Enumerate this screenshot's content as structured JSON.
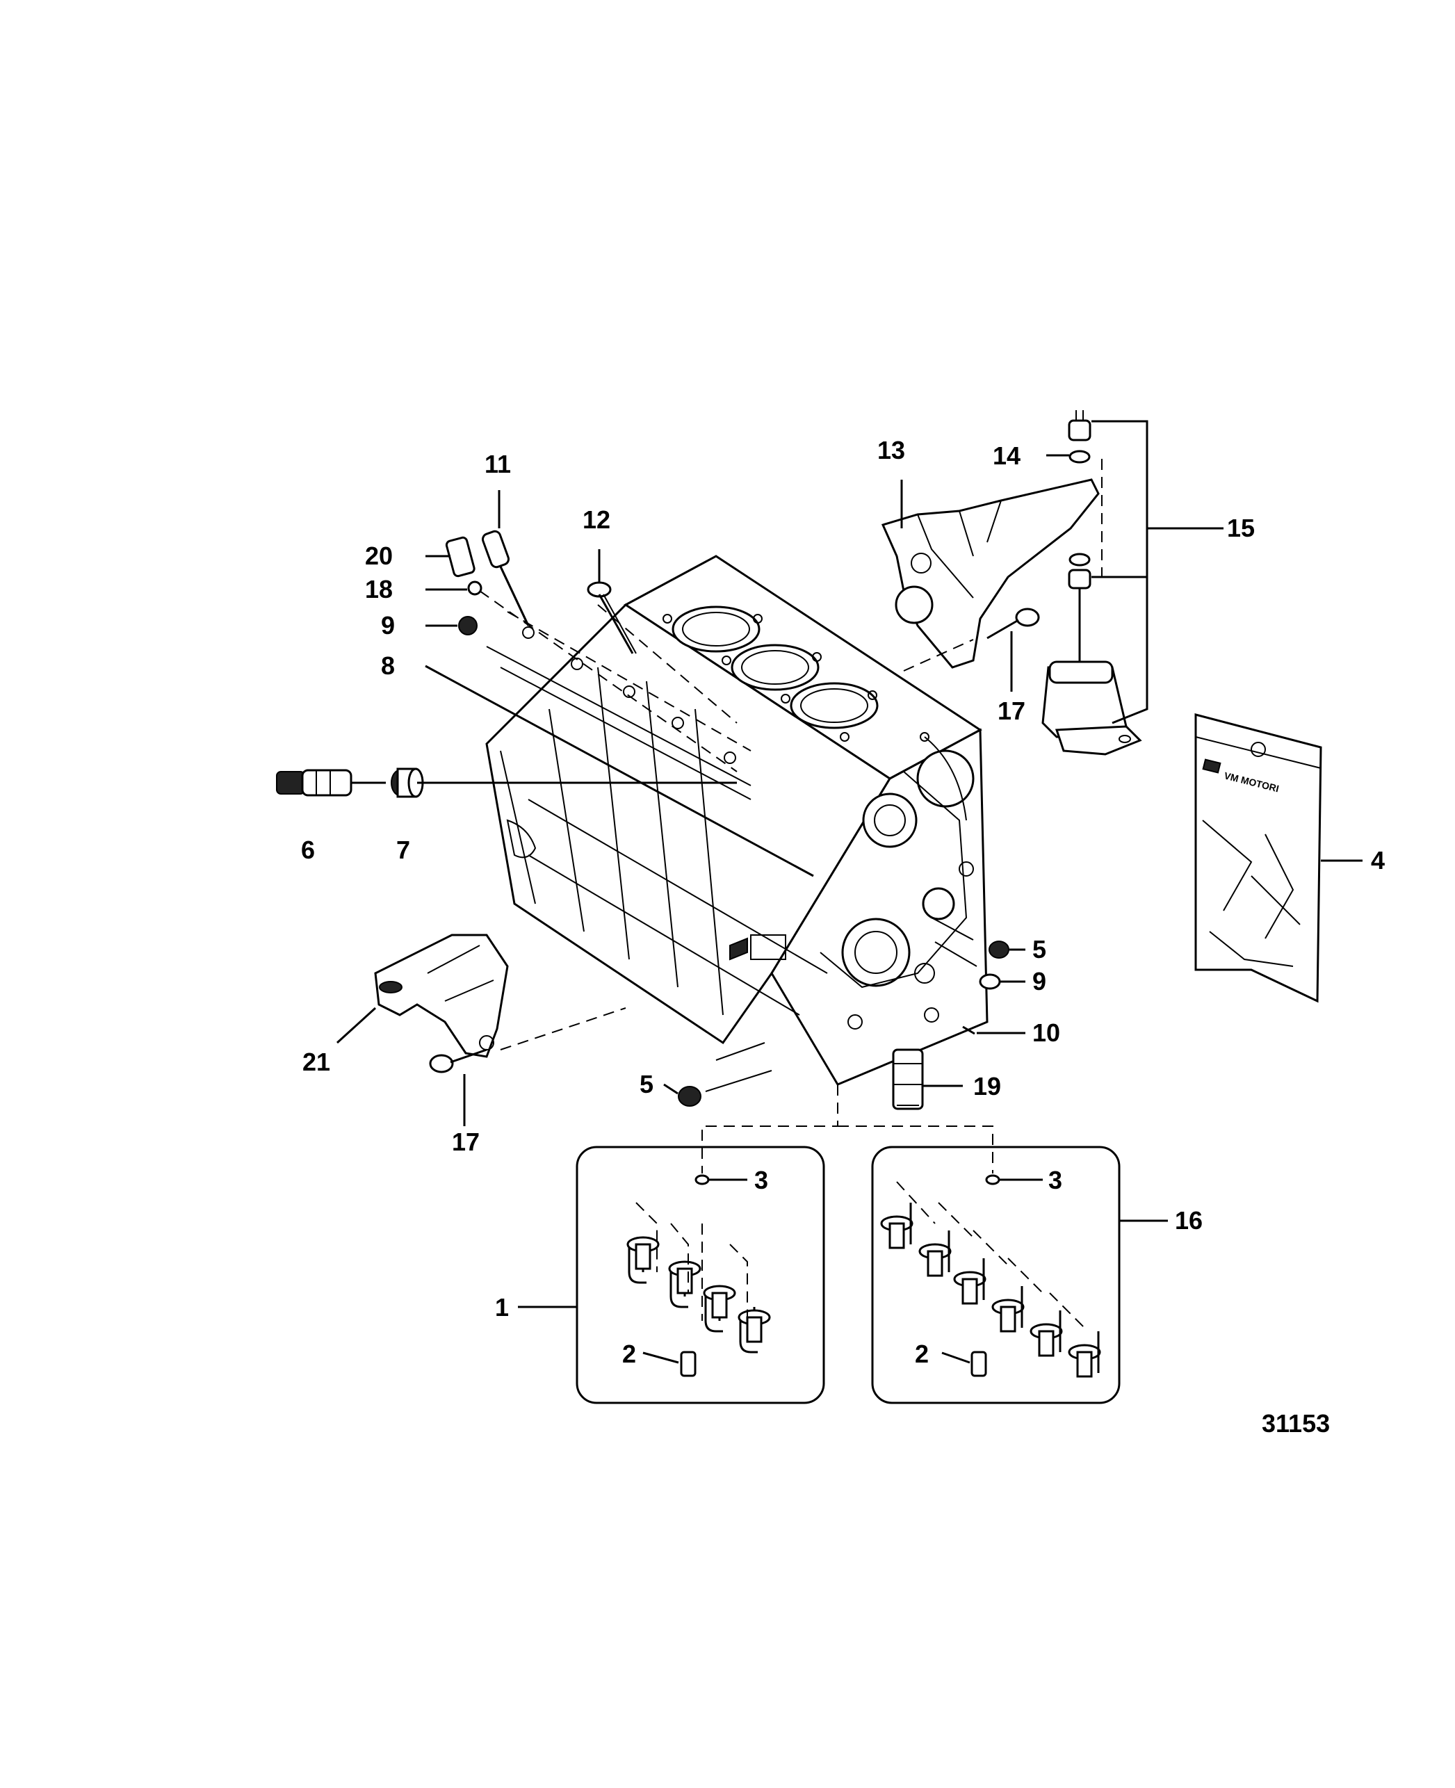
{
  "callouts": {
    "c1": "1",
    "c2a": "2",
    "c2b": "2",
    "c3a": "3",
    "c3b": "3",
    "c4": "4",
    "c5a": "5",
    "c5b": "5",
    "c6": "6",
    "c7": "7",
    "c8": "8",
    "c9a": "9",
    "c9b": "9",
    "c10": "10",
    "c11": "11",
    "c12": "12",
    "c13": "13",
    "c14": "14",
    "c15": "15",
    "c16": "16",
    "c17a": "17",
    "c17b": "17",
    "c18": "18",
    "c19": "19",
    "c20": "20",
    "c21": "21"
  },
  "bag_print": "VM MOTORI",
  "figure_number": "31153"
}
